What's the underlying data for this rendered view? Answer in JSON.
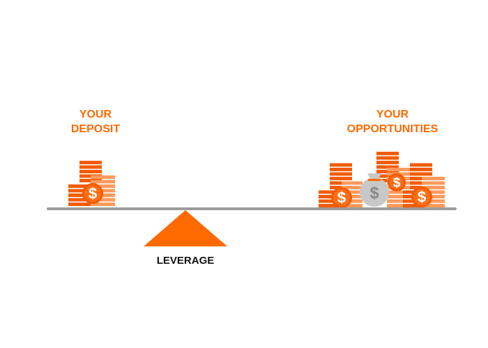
{
  "deposit": {
    "line1": "YOUR",
    "line2": "DEPOSIT"
  },
  "opportunities": {
    "line1": "YOUR",
    "line2": "OPPORTUNITIES"
  },
  "fulcrum": {
    "label": "LEVERAGE"
  },
  "colors": {
    "accent": "#ff6a00",
    "coin_dark": "#f25c05",
    "coin_light": "#ff9a5c",
    "beam": "#9b9b9b",
    "bag": "#c8c8c8"
  },
  "icons": [
    "coin-stack-icon",
    "dollar-coin-icon",
    "money-bag-icon",
    "fulcrum-triangle"
  ]
}
